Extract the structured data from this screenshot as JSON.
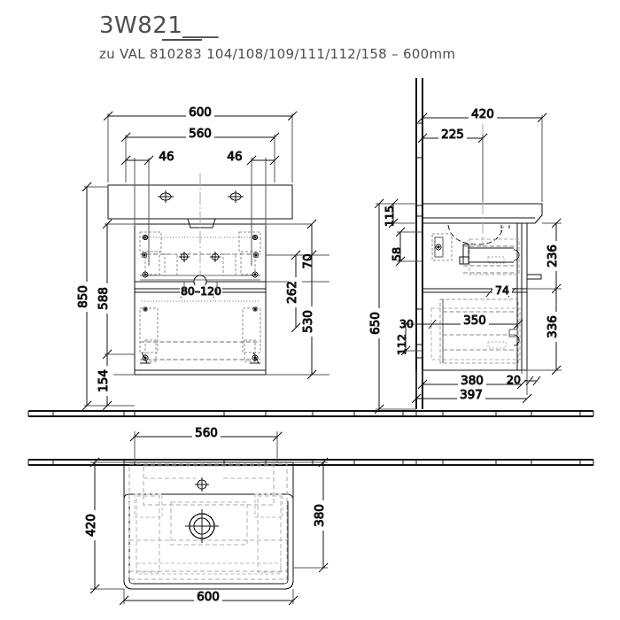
{
  "header": {
    "title": "3W821",
    "title_suffix": "___",
    "subtitle": "zu VAL 810283 104/108/109/111/112/158 – 600mm"
  },
  "drawing": {
    "type": "technical-drawing",
    "discipline": "furniture / sanitary installation drawing",
    "units": "mm",
    "views": [
      "front-elevation",
      "side-section",
      "plan-view"
    ]
  },
  "views": {
    "front": {
      "name": "Front elevation",
      "dimensions_top": [
        {
          "id": "front-600",
          "label": "600"
        },
        {
          "id": "front-560",
          "label": "560"
        },
        {
          "id": "front-46-left",
          "label": "46"
        },
        {
          "id": "front-46-right",
          "label": "46"
        }
      ],
      "dimensions_left": [
        {
          "id": "front-850",
          "label": "850"
        },
        {
          "id": "front-588",
          "label": "588"
        },
        {
          "id": "front-154",
          "label": "154"
        }
      ],
      "dimensions_right": [
        {
          "id": "front-70",
          "label": "70"
        },
        {
          "id": "front-262",
          "label": "262"
        },
        {
          "id": "front-530",
          "label": "530"
        }
      ],
      "dimensions_inner": [
        {
          "id": "front-80-120",
          "label": "80–120"
        }
      ]
    },
    "side": {
      "name": "Side section",
      "dimensions_top": [
        {
          "id": "side-420",
          "label": "420"
        },
        {
          "id": "side-225",
          "label": "225"
        }
      ],
      "dimensions_left": [
        {
          "id": "side-115",
          "label": "115"
        },
        {
          "id": "side-58",
          "label": "58"
        },
        {
          "id": "side-650",
          "label": "650"
        },
        {
          "id": "side-30",
          "label": "30"
        },
        {
          "id": "side-112",
          "label": "112"
        }
      ],
      "dimensions_right": [
        {
          "id": "side-236",
          "label": "236"
        },
        {
          "id": "side-336",
          "label": "336"
        },
        {
          "id": "side-74",
          "label": "74"
        }
      ],
      "dimensions_inner": [
        {
          "id": "side-350",
          "label": "350"
        },
        {
          "id": "side-20",
          "label": "20"
        }
      ],
      "dimensions_bottom": [
        {
          "id": "side-380",
          "label": "380"
        },
        {
          "id": "side-397",
          "label": "397"
        }
      ]
    },
    "plan": {
      "name": "Plan view",
      "dimensions_top": [
        {
          "id": "plan-560",
          "label": "560"
        }
      ],
      "dimensions_left": [
        {
          "id": "plan-420",
          "label": "420"
        }
      ],
      "dimensions_right": [
        {
          "id": "plan-380",
          "label": "380"
        }
      ],
      "dimensions_bottom": [
        {
          "id": "plan-600",
          "label": "600"
        }
      ]
    }
  },
  "colors": {
    "line": "#111111",
    "text": "#4d4d4d",
    "thin": "#555555",
    "hidden": "#9a9a9a",
    "light": "#b5b5b5"
  }
}
